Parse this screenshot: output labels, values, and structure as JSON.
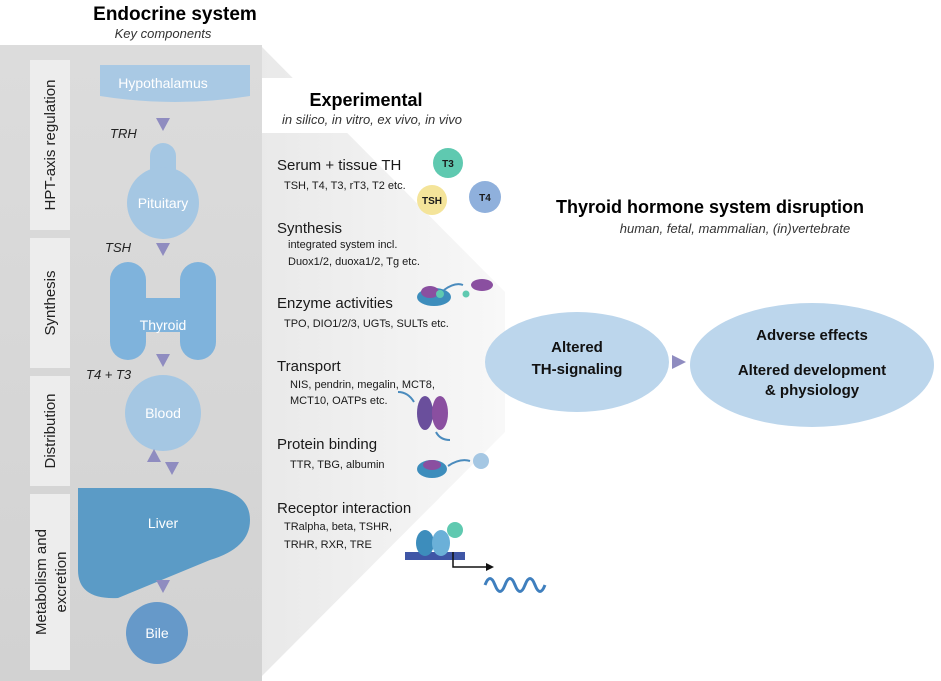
{
  "endocrine": {
    "title": "Endocrine system",
    "subtitle": "Key components",
    "sections": [
      {
        "label": "HPT-axis regulation"
      },
      {
        "label": "Synthesis"
      },
      {
        "label": "Distribution"
      },
      {
        "label": "Metabolism and"
      },
      {
        "label": "excretion"
      }
    ],
    "organs": {
      "hypothalamus": "Hypothalamus",
      "pituitary": "Pituitary",
      "thyroid": "Thyroid",
      "blood": "Blood",
      "liver": "Liver",
      "bile": "Bile"
    },
    "hormones": {
      "trh": "TRH",
      "tsh": "TSH",
      "t4t3": "T4 + T3"
    }
  },
  "experimental": {
    "title": "Experimental",
    "subtitle": "in silico, in vitro, ex vivo, in vivo",
    "categories": [
      {
        "title": "Serum + tissue TH",
        "lines": [
          "TSH, T4, T3, rT3, T2 etc."
        ]
      },
      {
        "title": "Synthesis",
        "lines": [
          "integrated system incl.",
          "Duox1/2, duoxa1/2, Tg etc."
        ]
      },
      {
        "title": "Enzyme activities",
        "lines": [
          "TPO, DIO1/2/3, UGTs, SULTs etc."
        ]
      },
      {
        "title": "Transport",
        "lines": [
          "NIS, pendrin, megalin, MCT8,",
          "MCT10, OATPs etc."
        ]
      },
      {
        "title": "Protein binding",
        "lines": [
          "TTR, TBG, albumin"
        ]
      },
      {
        "title": "Receptor interaction",
        "lines": [
          "TRalpha, beta, TSHR,",
          "TRHR, RXR, TRE"
        ]
      }
    ],
    "hormone_chips": {
      "t3": "T3",
      "tsh": "TSH",
      "t4": "T4"
    }
  },
  "disruption": {
    "title": "Thyroid hormone system disruption",
    "subtitle": "human, fetal, mammalian, (in)vertebrate",
    "altered": [
      "Altered",
      "TH-signaling"
    ],
    "adverse": [
      "Adverse effects",
      "Altered development",
      "& physiology"
    ]
  },
  "colors": {
    "panel": "#d8d8d8",
    "side_box": "#eeeeee",
    "organ_light": "#a5c7e3",
    "organ_mid": "#7fb3dc",
    "organ_dark": "#5b9bc6",
    "arrow": "#8f8cc0",
    "ellipse": "#bcd6ec"
  }
}
